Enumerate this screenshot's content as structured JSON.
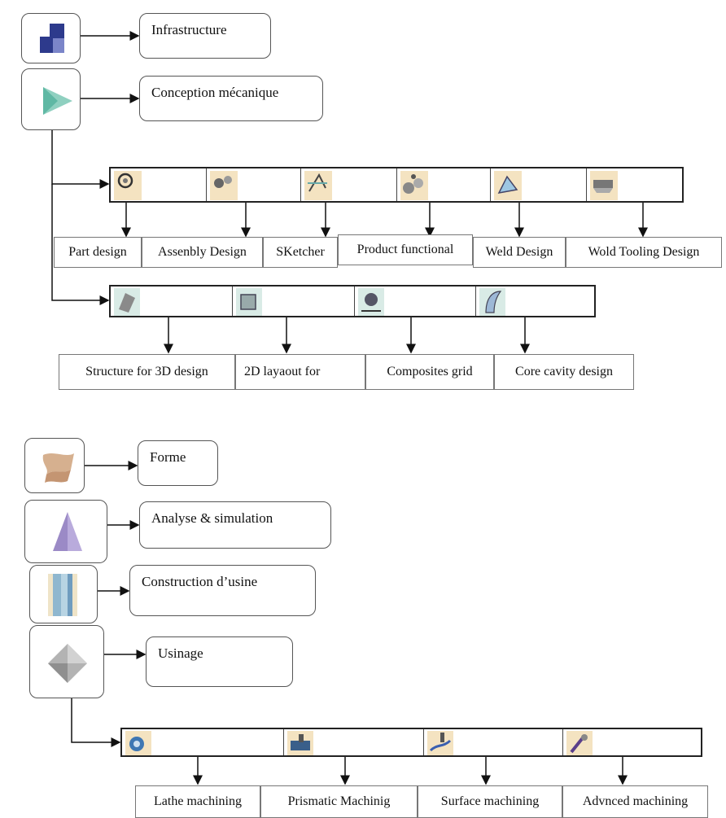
{
  "modules": {
    "infrastructure": "Infrastructure",
    "conception": "Conception mécanique",
    "forme": "Forme",
    "analyse": "Analyse & simulation",
    "construction": "Construction  d’usine",
    "usinage": "Usinage"
  },
  "conception_row1": [
    "Part design",
    "Assenbly Design",
    "SKetcher",
    "Product functional",
    "Weld Design",
    "Wold Tooling Design"
  ],
  "conception_row2": [
    "Structure for 3D design",
    "2D layaout for",
    "Composites grid",
    "Core cavity design"
  ],
  "usinage_row": [
    "Lathe machining",
    "Prismatic Machinig",
    "Surface machining",
    "Advnced machining"
  ],
  "icons": {
    "infrastructure": "infrastructure-icon",
    "conception": "conception-triangle-icon",
    "forme": "forme-shape-icon",
    "analyse": "analyse-pyramid-icon",
    "construction": "construction-columns-icon",
    "usinage": "usinage-diamond-icon"
  }
}
